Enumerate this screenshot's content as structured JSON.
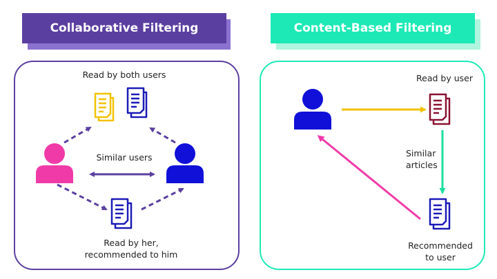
{
  "left": {
    "title": "Collaborative Filtering",
    "labels": {
      "read_by_both": "Read by both users",
      "similar_users": "Similar users",
      "read_by_her_line1": "Read by her,",
      "read_by_her_line2": "recommended to him"
    }
  },
  "right": {
    "title": "Content-Based Filtering",
    "labels": {
      "read_by_user": "Read by user",
      "similar_line1": "Similar",
      "similar_line2": "articles",
      "recommended_line1": "Recommended",
      "recommended_line2": "to user"
    }
  },
  "colors": {
    "purple": "#6a4fb0",
    "dark_purple": "#5b3fa0",
    "teal": "#1de9b6",
    "pink": "#f03aa8",
    "blue": "#1010d8",
    "yellow": "#f2c200",
    "maroon": "#8a1030"
  },
  "icons": [
    "person-icon",
    "document-icon",
    "arrow-icon"
  ]
}
